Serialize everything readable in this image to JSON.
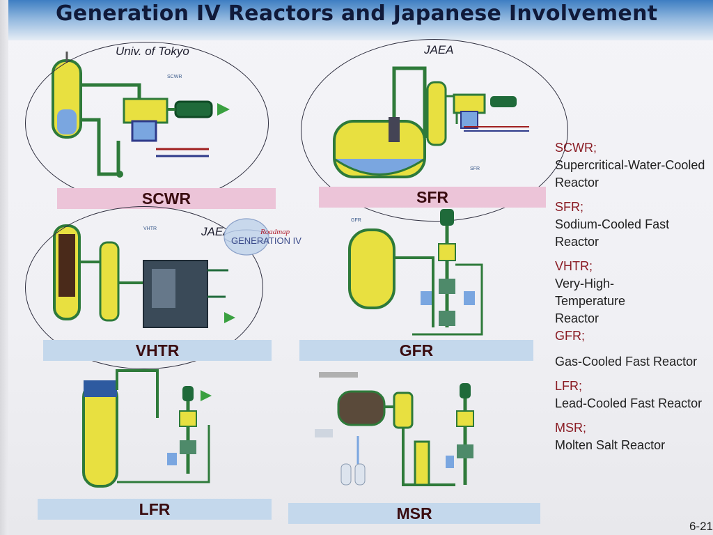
{
  "slide": {
    "title": "Generation IV Reactors and Japanese Involvement",
    "page_number": "6-21"
  },
  "orgs": {
    "scwr": "Univ. of Tokyo",
    "sfr": "JAEA",
    "vhtr": "JAEA"
  },
  "reactor_labels": {
    "scwr": "SCWR",
    "sfr": "SFR",
    "vhtr": "VHTR",
    "gfr": "GFR",
    "lfr": "LFR",
    "msr": "MSR"
  },
  "logo": {
    "text": "GENERATION IV",
    "script": "Roadmap"
  },
  "legend": [
    {
      "abbr": "SCWR;",
      "name": "Supercritical-Water-Cooled Reactor"
    },
    {
      "abbr": "SFR;",
      "name": "Sodium-Cooled Fast Reactor"
    },
    {
      "abbr": "VHTR;",
      "name": "Very-High-Temperature Reactor"
    },
    {
      "abbr": "GFR;",
      "name": "Gas-Cooled Fast Reactor"
    },
    {
      "abbr": "LFR;",
      "name": "Lead-Cooled Fast Reactor"
    },
    {
      "abbr": "MSR;",
      "name": "Molten Salt Reactor"
    }
  ],
  "colors": {
    "reactor_yellow": "#e8e040",
    "pipe_green": "#2e7a3a",
    "accent_red": "#8a1c24",
    "label_pink": "#ecc4d8",
    "label_blue": "#c4d8ec"
  }
}
